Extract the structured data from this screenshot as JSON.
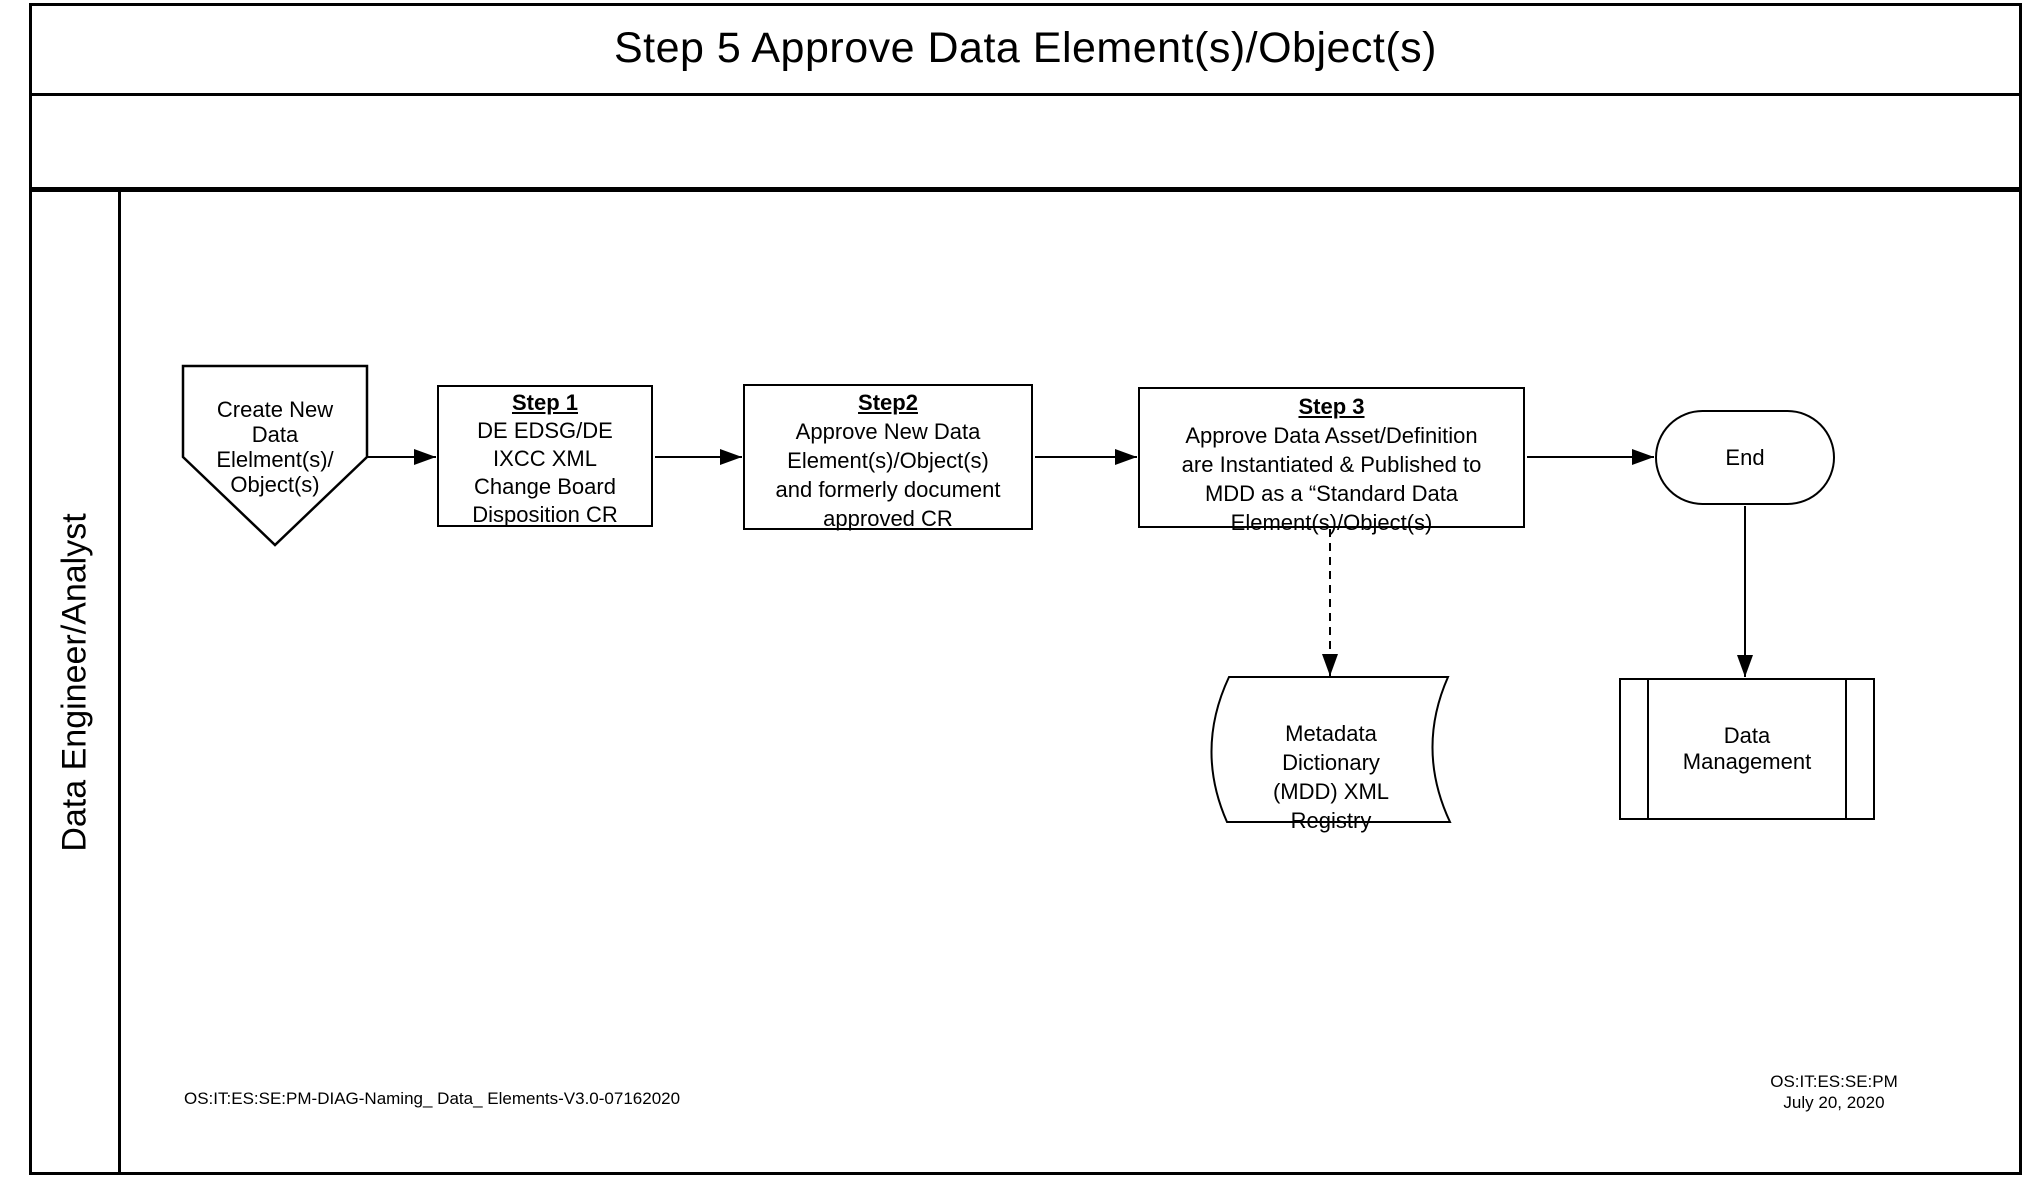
{
  "title": "Step 5 Approve Data Element(s)/Object(s)",
  "lane": {
    "label": "Data Engineer/Analyst"
  },
  "nodes": {
    "start": {
      "text": "Create New\nData\nElelment(s)/\nObject(s)"
    },
    "step1": {
      "title": "Step 1",
      "text": "DE EDSG/DE\nIXCC XML\nChange Board\nDisposition CR"
    },
    "step2": {
      "title": "Step2",
      "text": "Approve New Data\nElement(s)/Object(s)\nand formerly document\napproved CR"
    },
    "step3": {
      "title": "Step 3",
      "text": "Approve Data Asset/Definition\nare Instantiated & Published to\nMDD as a “Standard Data\nElement(s)/Object(s)"
    },
    "end": {
      "text": "End"
    },
    "mdd_registry": {
      "text": "Metadata\nDictionary\n(MDD) XML\nRegistry"
    },
    "data_management": {
      "text": "Data\nManagement"
    }
  },
  "footer": {
    "left_id": "OS:IT:ES:SE:PM-DIAG-Naming_ Data_ Elements-V3.0-07162020",
    "right": "OS:IT:ES:SE:PM\nJuly 20, 2020"
  },
  "colors": {
    "line": "#000000",
    "background": "#ffffff"
  }
}
